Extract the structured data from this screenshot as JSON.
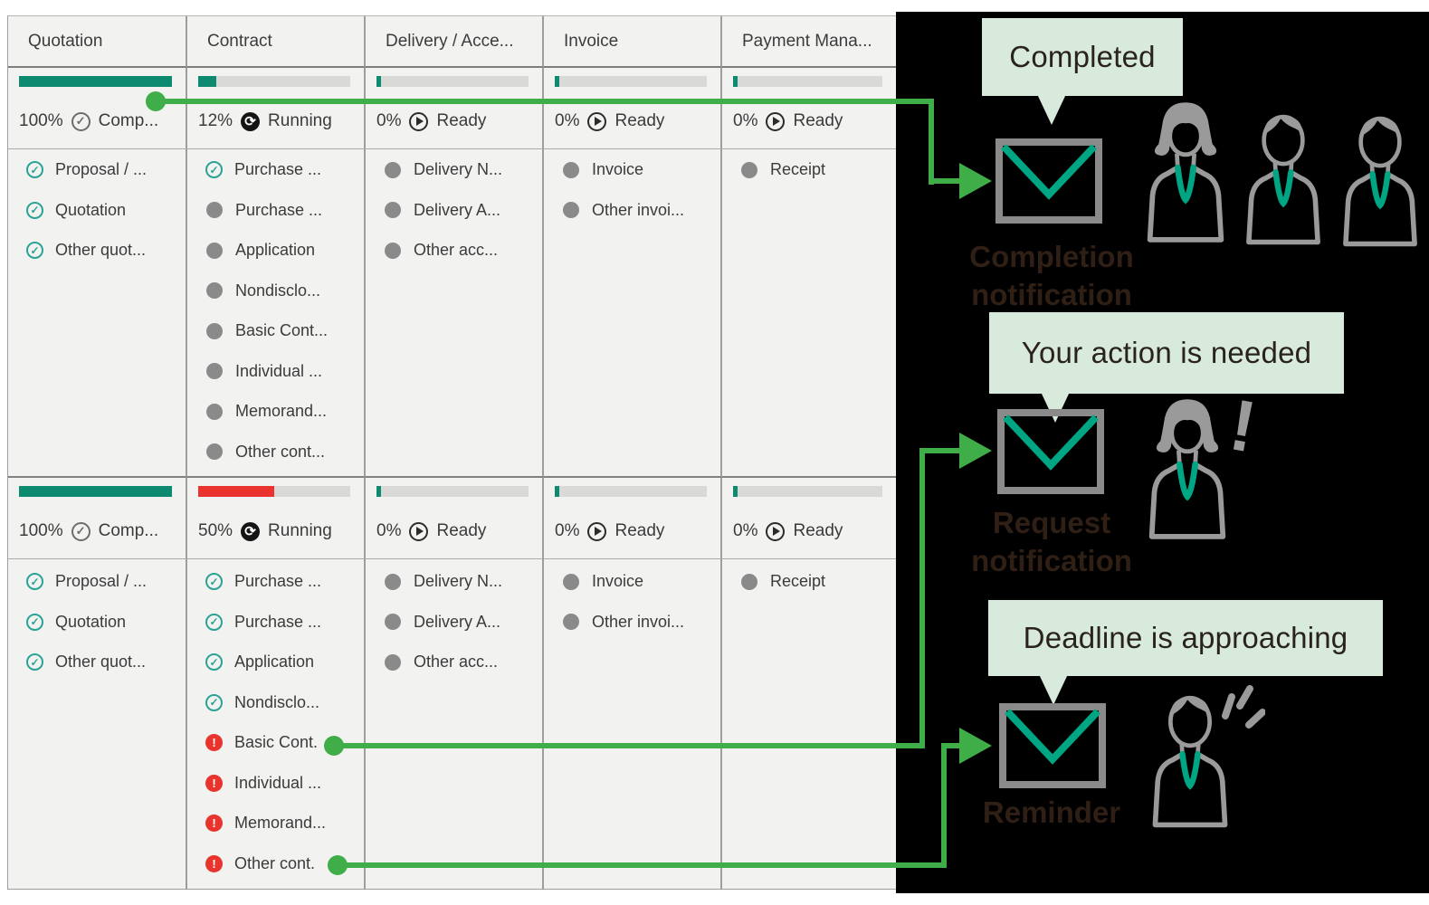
{
  "board": {
    "columns": [
      {
        "header": "Quotation",
        "phases": [
          {
            "percent": 100,
            "percent_label": "100%",
            "bar_color": "teal",
            "status": "Comp...",
            "items": [
              {
                "state": "done",
                "label": "Proposal / ..."
              },
              {
                "state": "done",
                "label": "Quotation"
              },
              {
                "state": "done",
                "label": "Other quot..."
              }
            ]
          },
          {
            "percent": 100,
            "percent_label": "100%",
            "bar_color": "teal",
            "status": "Comp...",
            "items": [
              {
                "state": "done",
                "label": "Proposal / ..."
              },
              {
                "state": "done",
                "label": "Quotation"
              },
              {
                "state": "done",
                "label": "Other quot..."
              }
            ]
          }
        ]
      },
      {
        "header": "Contract",
        "phases": [
          {
            "percent": 12,
            "percent_label": "12%",
            "bar_color": "teal",
            "status": "Running",
            "items": [
              {
                "state": "done",
                "label": "Purchase ..."
              },
              {
                "state": "pending",
                "label": "Purchase ..."
              },
              {
                "state": "pending",
                "label": "Application"
              },
              {
                "state": "pending",
                "label": "Nondisclo..."
              },
              {
                "state": "pending",
                "label": "Basic Cont..."
              },
              {
                "state": "pending",
                "label": "Individual ..."
              },
              {
                "state": "pending",
                "label": "Memorand..."
              },
              {
                "state": "pending",
                "label": "Other cont..."
              }
            ]
          },
          {
            "percent": 50,
            "percent_label": "50%",
            "bar_color": "red",
            "status": "Running",
            "items": [
              {
                "state": "done",
                "label": "Purchase ..."
              },
              {
                "state": "done",
                "label": "Purchase ..."
              },
              {
                "state": "done",
                "label": "Application"
              },
              {
                "state": "done",
                "label": "Nondisclo..."
              },
              {
                "state": "alert",
                "label": "Basic Cont."
              },
              {
                "state": "alert",
                "label": "Individual ..."
              },
              {
                "state": "alert",
                "label": "Memorand..."
              },
              {
                "state": "alert",
                "label": "Other cont."
              }
            ]
          }
        ]
      },
      {
        "header": "Delivery / Acce...",
        "phases": [
          {
            "percent": 0,
            "percent_label": "0%",
            "bar_color": "teal",
            "status": "Ready",
            "items": [
              {
                "state": "pending",
                "label": "Delivery N..."
              },
              {
                "state": "pending",
                "label": "Delivery A..."
              },
              {
                "state": "pending",
                "label": "Other acc..."
              }
            ]
          },
          {
            "percent": 0,
            "percent_label": "0%",
            "bar_color": "teal",
            "status": "Ready",
            "items": [
              {
                "state": "pending",
                "label": "Delivery N..."
              },
              {
                "state": "pending",
                "label": "Delivery A..."
              },
              {
                "state": "pending",
                "label": "Other acc..."
              }
            ]
          }
        ]
      },
      {
        "header": "Invoice",
        "phases": [
          {
            "percent": 0,
            "percent_label": "0%",
            "bar_color": "teal",
            "status": "Ready",
            "items": [
              {
                "state": "pending",
                "label": "Invoice"
              },
              {
                "state": "pending",
                "label": "Other invoi..."
              }
            ]
          },
          {
            "percent": 0,
            "percent_label": "0%",
            "bar_color": "teal",
            "status": "Ready",
            "items": [
              {
                "state": "pending",
                "label": "Invoice"
              },
              {
                "state": "pending",
                "label": "Other invoi..."
              }
            ]
          }
        ]
      },
      {
        "header": "Payment Mana...",
        "phases": [
          {
            "percent": 0,
            "percent_label": "0%",
            "bar_color": "teal",
            "status": "Ready",
            "items": [
              {
                "state": "pending",
                "label": "Receipt"
              }
            ]
          },
          {
            "percent": 0,
            "percent_label": "0%",
            "bar_color": "teal",
            "status": "Ready",
            "items": [
              {
                "state": "pending",
                "label": "Receipt"
              }
            ]
          }
        ]
      }
    ]
  },
  "annotations": {
    "completed": {
      "bubble": "Completed",
      "caption1": "Completion",
      "caption2": "notification"
    },
    "action": {
      "bubble": "Your action is needed",
      "caption1": "Request",
      "caption2": "notification"
    },
    "deadline": {
      "bubble": "Deadline is approaching",
      "caption1": "Reminder",
      "caption2": ""
    }
  },
  "colors": {
    "teal": "#0e8a70",
    "red": "#e8342c",
    "connector_green": "#3fae49",
    "bubble_mint": "#d8eadb",
    "envelope_v": "#00a583",
    "icon_gray": "#9a9a9a"
  }
}
